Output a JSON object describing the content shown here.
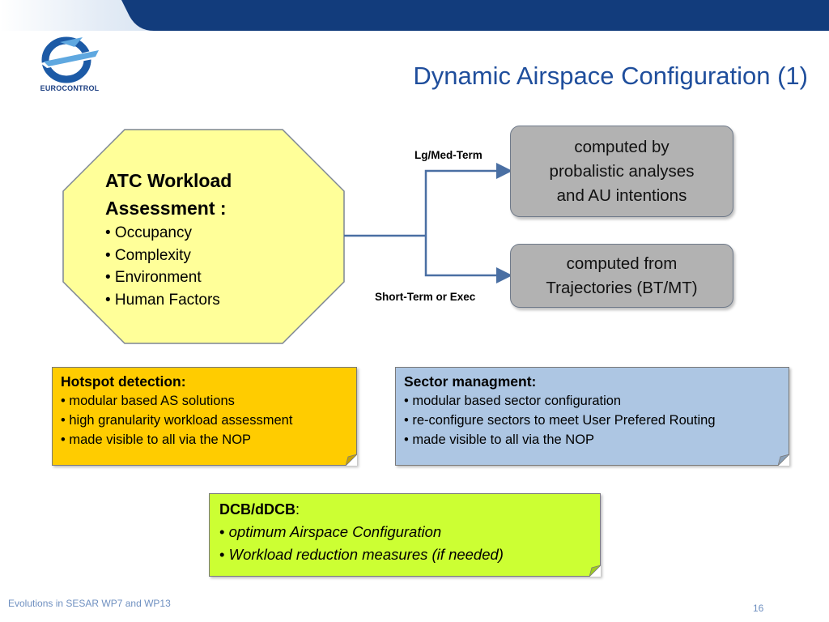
{
  "header": {
    "title": "Dynamic Airspace Configuration (1)",
    "logo_text": "EUROCONTROL"
  },
  "workload": {
    "title_line1": "ATC Workload",
    "title_line2": "Assessment :",
    "items": [
      "• Occupancy",
      "• Complexity",
      "• Environment",
      "• Human Factors"
    ]
  },
  "branches": {
    "upper_label": "Lg/Med-Term",
    "lower_label": "Short-Term or Exec"
  },
  "outcomes": {
    "upper": [
      "computed by",
      "probalistic analyses",
      "and AU intentions"
    ],
    "lower": [
      "computed from",
      "Trajectories (BT/MT)"
    ]
  },
  "hotspot": {
    "title": "Hotspot detection:",
    "items": [
      "• modular based AS solutions",
      "• high granularity workload assessment",
      "• made visible to all via the NOP"
    ]
  },
  "sector": {
    "title": "Sector managment:",
    "items": [
      "• modular based sector configuration",
      "• re-configure sectors to meet User Prefered Routing",
      "• made visible to all via the NOP"
    ]
  },
  "dcb": {
    "title": "DCB/dDCB",
    "title_suffix": ":",
    "bullet": "• ",
    "items": [
      "optimum Airspace Configuration",
      "Workload reduction measures (if needed)"
    ]
  },
  "footer": {
    "left": "Evolutions in SESAR WP7 and WP13",
    "page": "16"
  },
  "colors": {
    "title_blue": "#1f4e9c",
    "band_blue": "#123c7c",
    "octagon_fill": "#ffff99",
    "connector": "#4a6fa3",
    "gray_box": "#b2b2b2",
    "hotspot_fill": "#ffcc00",
    "sector_fill": "#adc6e3",
    "dcb_fill": "#ccff33"
  }
}
